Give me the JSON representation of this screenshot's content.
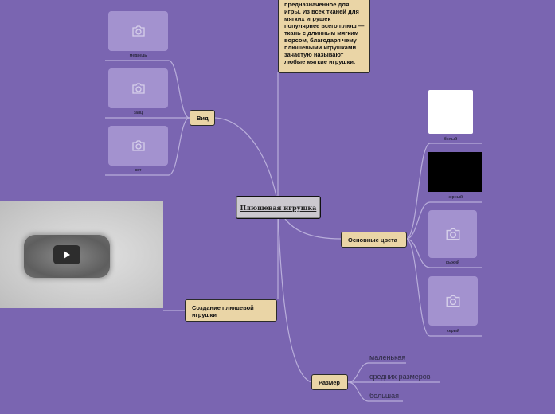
{
  "root": {
    "label": "Плюшевая игрушка"
  },
  "note": {
    "text": "предназначенное для игры. Из всех тканей для мягких игрушек популярнее всего плюш — ткань с длинным мягким ворсом, благодаря чему плюшевыми игрушками зачастую называют любые мягкие игрушки."
  },
  "branches": {
    "vid": {
      "label": "Вид",
      "items": [
        "медведь",
        "заяц",
        "кот"
      ]
    },
    "colors": {
      "label": "Основные цвета",
      "items": [
        "белый",
        "черный",
        "рыжий",
        "серый"
      ],
      "swatches": {
        "white": "#ffffff",
        "black": "#000000"
      }
    },
    "creation": {
      "label": "Создание плюшевой игрушки",
      "media": "video"
    },
    "size": {
      "label": "Размер",
      "items": [
        "маленькая",
        "средних размеров",
        "большая"
      ]
    }
  },
  "icons": {
    "placeholder": "camera-icon",
    "video": "play-icon"
  },
  "palette": {
    "background": "#7a65b1",
    "node": "#ead5a6",
    "root": "#ccc9cf",
    "card": "#a392cf",
    "line": "#b9aedb"
  }
}
